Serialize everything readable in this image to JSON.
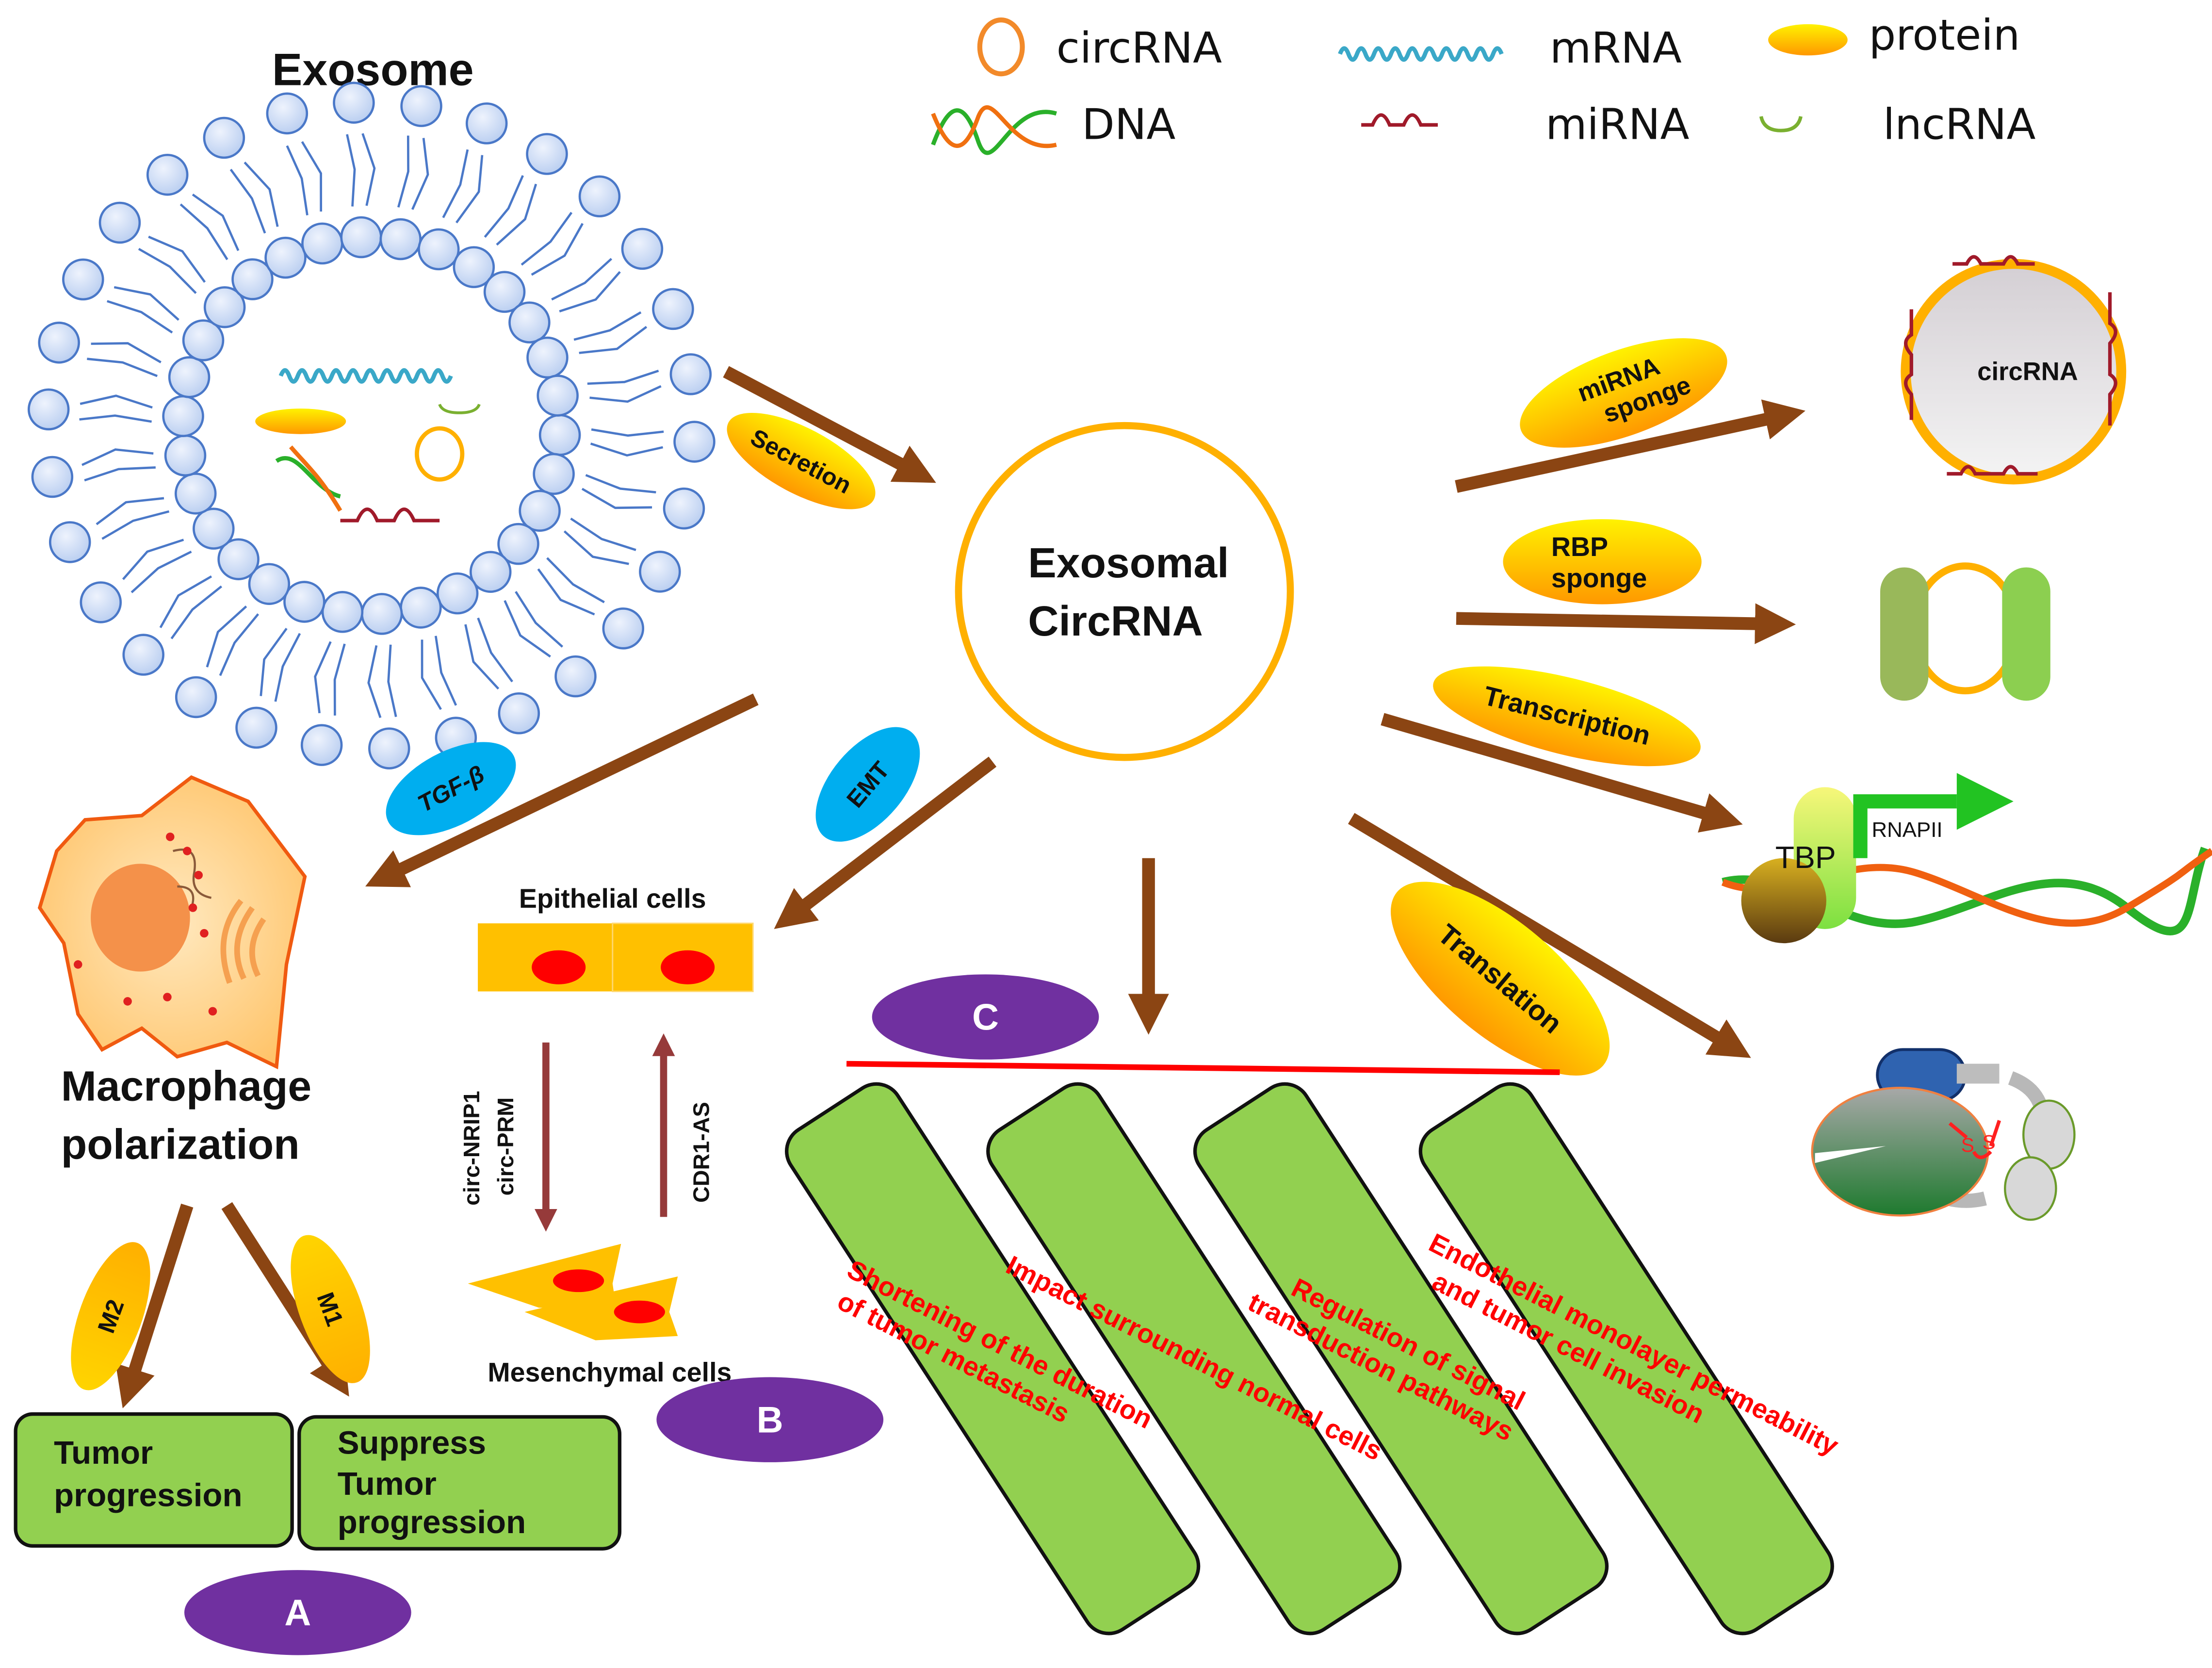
{
  "diagram": {
    "title_exosome": "Exosome",
    "center": {
      "line1": "Exosomal",
      "line2": "CircRNA"
    },
    "legend": [
      {
        "icon": "circrna-ring-icon",
        "label": "circRNA"
      },
      {
        "icon": "mrna-wave-icon",
        "label": "mRNA"
      },
      {
        "icon": "protein-ellipse-icon",
        "label": "protein"
      },
      {
        "icon": "dna-helix-icon",
        "label": "DNA"
      },
      {
        "icon": "mirna-squiggle-icon",
        "label": "miRNA"
      },
      {
        "icon": "lncrna-curve-icon",
        "label": "lncRNA"
      }
    ],
    "pathway_labels": {
      "secretion": "Secretion",
      "tgf_beta": "TGF-β",
      "emt": "EMT",
      "mirna_sponge_1": "miRNA",
      "mirna_sponge_2": "sponge",
      "rbp_sponge_1": "RBP",
      "rbp_sponge_2": "sponge",
      "transcription": "Transcription",
      "translation": "Translation",
      "m1": "M1",
      "m2": "M2"
    },
    "mechanisms": {
      "circrna_inner_label": "circRNA",
      "tbp_label": "TBP",
      "rnapii_label": "RNAPII",
      "disulfide_s1": "S",
      "disulfide_s2": "S"
    },
    "section_a": {
      "badge": "A",
      "macrophage_title_1": "Macrophage",
      "macrophage_title_2": "polarization",
      "box_tumor_1": "Tumor",
      "box_tumor_2": "progression",
      "box_suppress_1": "Suppress",
      "box_suppress_2": "Tumor",
      "box_suppress_3": "progression"
    },
    "section_b": {
      "badge": "B",
      "epithelial_label": "Epithelial cells",
      "mesenchymal_label": "Mesenchymal cells",
      "down_label_1": "circ-NRIP1",
      "down_label_2": "circ-PRM",
      "up_label": "CDR1-AS"
    },
    "section_c": {
      "badge": "C",
      "outcomes": [
        {
          "line1": "Shortening of the duration",
          "line2": "of tumor metastasis"
        },
        {
          "line1": "Impact surrounding normal cells",
          "line2": ""
        },
        {
          "line1": "Regulation of signal",
          "line2": "transduction pathways"
        },
        {
          "line1": "Endothelial monolayer permeability",
          "line2": "and tumor cell invasion"
        }
      ]
    },
    "colors": {
      "arrow_brown": "#8b4513",
      "ellipse_yellow": "#ffd200",
      "ellipse_orange": "#ff9a00",
      "ellipse_blue": "#00aeef",
      "badge_purple": "#7030a0",
      "box_green": "#92d050",
      "outcome_text_red": "#ff0000",
      "circ_ring": "#ffb000",
      "lipid_blue": "#c9d9f5"
    }
  }
}
